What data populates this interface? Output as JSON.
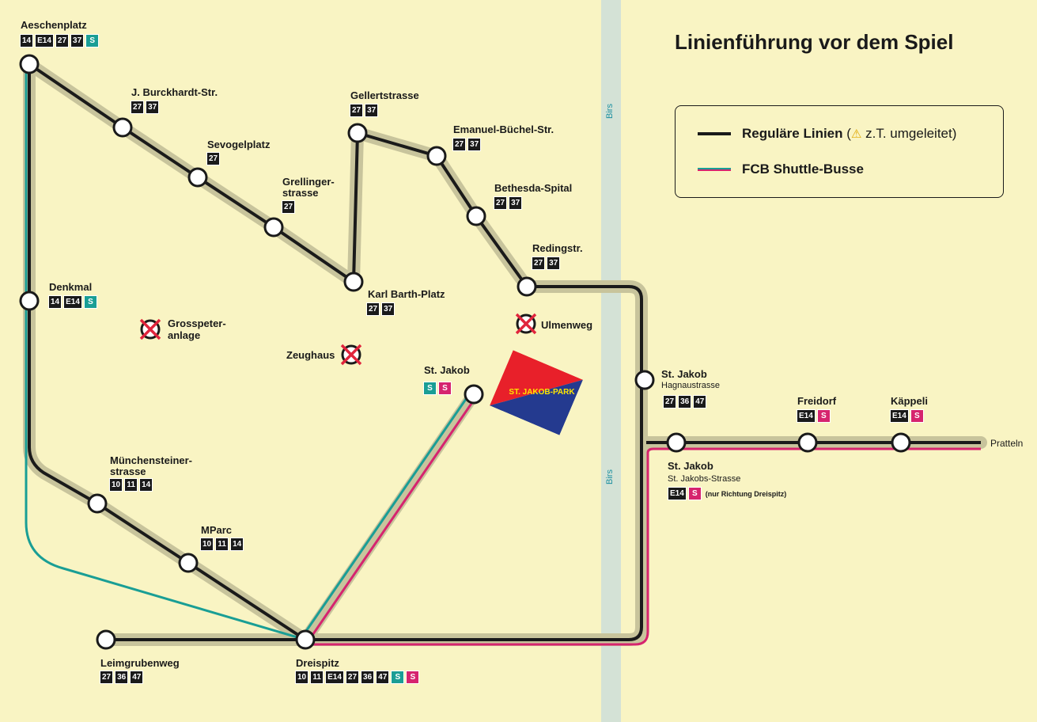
{
  "title": "Linienführung vor dem Spiel",
  "legend": {
    "regular_label": "Reguläre Linien",
    "regular_note_open": "(",
    "regular_note": "z.T. umgeleitet)",
    "shuttle_label": "FCB Shuttle-Busse",
    "warning_icon": "warning-triangle-icon"
  },
  "river": {
    "name": "Birs"
  },
  "stadium": {
    "label": "ST. JAKOB-PARK"
  },
  "colors": {
    "background": "#f9f4c3",
    "regular_line": "#1a1a1a",
    "regular_halo": "#c8c49c",
    "shuttle_teal": "#1a9e95",
    "shuttle_pink": "#d6246e",
    "river": "#d4e2d6",
    "closed_stop": "#e0243c"
  },
  "stations": {
    "aeschenplatz": {
      "name": "Aeschenplatz",
      "lines": [
        "14",
        "E14",
        "27",
        "37",
        "S"
      ]
    },
    "burckhardt": {
      "name": "J. Burckhardt-Str.",
      "lines": [
        "27",
        "37"
      ]
    },
    "sevogelplatz": {
      "name": "Sevogelplatz",
      "lines": [
        "27"
      ]
    },
    "grellinger": {
      "name": "Grellinger-",
      "name2": "strasse",
      "lines": [
        "27"
      ]
    },
    "gellertstrasse": {
      "name": "Gellertstrasse",
      "lines": [
        "27",
        "37"
      ]
    },
    "emanuel": {
      "name": "Emanuel-Büchel-Str.",
      "lines": [
        "27",
        "37"
      ]
    },
    "bethesda": {
      "name": "Bethesda-Spital",
      "lines": [
        "27",
        "37"
      ]
    },
    "redingstr": {
      "name": "Redingstr.",
      "lines": [
        "27",
        "37"
      ]
    },
    "karlbarth": {
      "name": "Karl Barth-Platz",
      "lines": [
        "27",
        "37"
      ]
    },
    "denkmal": {
      "name": "Denkmal",
      "lines": [
        "14",
        "E14",
        "S"
      ]
    },
    "jakob_shuttle": {
      "name": "St. Jakob",
      "lines": [
        "S",
        "S"
      ]
    },
    "jakob_hagnau": {
      "name": "St. Jakob",
      "sub": "Hagnaustrasse",
      "lines": [
        "27",
        "36",
        "47"
      ]
    },
    "freidorf": {
      "name": "Freidorf",
      "lines": [
        "E14",
        "S"
      ]
    },
    "kappeli": {
      "name": "Käppeli",
      "lines": [
        "E14",
        "S"
      ]
    },
    "jakob_strasse": {
      "name": "St. Jakob",
      "sub": "St. Jakobs-Strasse",
      "lines": [
        "E14",
        "S"
      ],
      "note": "(nur Richtung Dreispitz)"
    },
    "munchensteiner": {
      "name": "Münchensteiner-",
      "name2": "strasse",
      "lines": [
        "10",
        "11",
        "14"
      ]
    },
    "mparc": {
      "name": "MParc",
      "lines": [
        "10",
        "11",
        "14"
      ]
    },
    "leimgrubenweg": {
      "name": "Leimgrubenweg",
      "lines": [
        "27",
        "36",
        "47"
      ]
    },
    "dreispitz": {
      "name": "Dreispitz",
      "lines": [
        "10",
        "11",
        "E14",
        "27",
        "36",
        "47",
        "S",
        "S"
      ]
    },
    "pratteln": {
      "name": "Pratteln"
    }
  },
  "closed_stops": {
    "grosspeter": {
      "name": "Grosspeter-",
      "name2": "anlage"
    },
    "zeughaus": {
      "name": "Zeughaus"
    },
    "ulmenweg": {
      "name": "Ulmenweg"
    }
  }
}
